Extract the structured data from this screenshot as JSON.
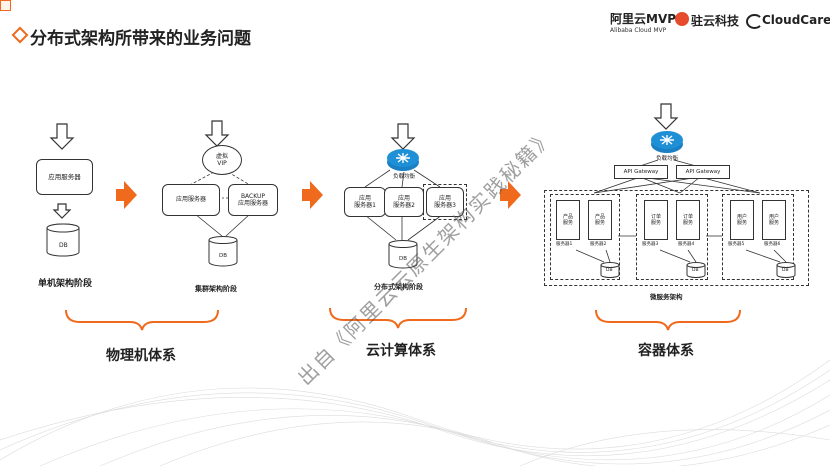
{
  "header": {
    "title": "分布式架构所带来的业务问题",
    "logo_mvp_cn": "阿里云MVP",
    "logo_mvp_en": "Alibaba Cloud MVP",
    "logo_partner": "驻云科技",
    "logo_cloudcare": "CloudCare"
  },
  "stages": {
    "single": {
      "label": "单机架构阶段",
      "server": "应用服务器",
      "db": "DB"
    },
    "cluster": {
      "label": "集群架构阶段",
      "vip": "虚拟\nVIP",
      "server": "应用服务器",
      "backup": "BACKUP\n应用服务器",
      "db": "DB"
    },
    "distributed": {
      "label": "分布式架构阶段",
      "lb": "负载均衡",
      "s1": "应用\n服务器1",
      "s2": "应用\n服务器2",
      "s3": "应用\n服务器3",
      "db": "DB"
    },
    "micro": {
      "label": "微服务架构",
      "lb": "负载均衡",
      "gateway1": "API Gateway",
      "gateway2": "API Gateway",
      "groups": [
        {
          "a": "产品\n服务",
          "b": "产品\n服务",
          "a2": "产品",
          "b2": "产品",
          "n1": "服务器1",
          "n2": "服务器2",
          "db": "DB"
        },
        {
          "a": "订单\n服务",
          "b": "订单\n服务",
          "a2": "订单",
          "b2": "订单",
          "n1": "服务器3",
          "n2": "服务器4",
          "db": "DB"
        },
        {
          "a": "用户\n服务",
          "b": "用户\n服务",
          "a2": "用户",
          "b2": "用户",
          "n1": "服务器5",
          "n2": "服务器6",
          "db": "DB"
        }
      ]
    }
  },
  "systems": {
    "physical": "物理机体系",
    "cloud": "云计算体系",
    "container": "容器体系"
  },
  "watermark": "出自《阿里云云原生架构实践秘籍》",
  "colors": {
    "accent": "#ef6a1c",
    "router": "#1f8fd6"
  }
}
